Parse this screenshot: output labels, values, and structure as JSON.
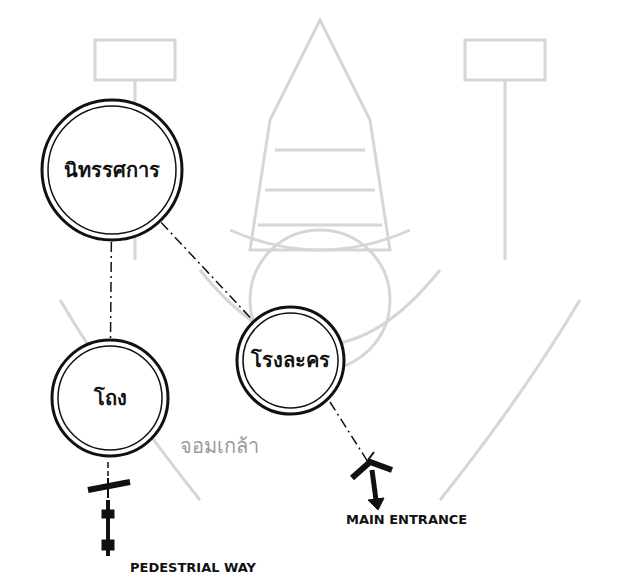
{
  "diagram": {
    "nodes": [
      {
        "text": [
          "นิทรรศการ"
        ]
      },
      {
        "text": [
          "โรงละคร"
        ]
      },
      {
        "text": [
          "โถง"
        ]
      }
    ],
    "edges": [
      {
        "from": 0,
        "to": 1,
        "arrow": "none"
      },
      {
        "from": 0,
        "to": 2,
        "arrow": "none"
      }
    ],
    "labels": [
      "MAIN ENTRANCE",
      "PEDESTRIAL WAY",
      "จอมเกล้า"
    ]
  }
}
